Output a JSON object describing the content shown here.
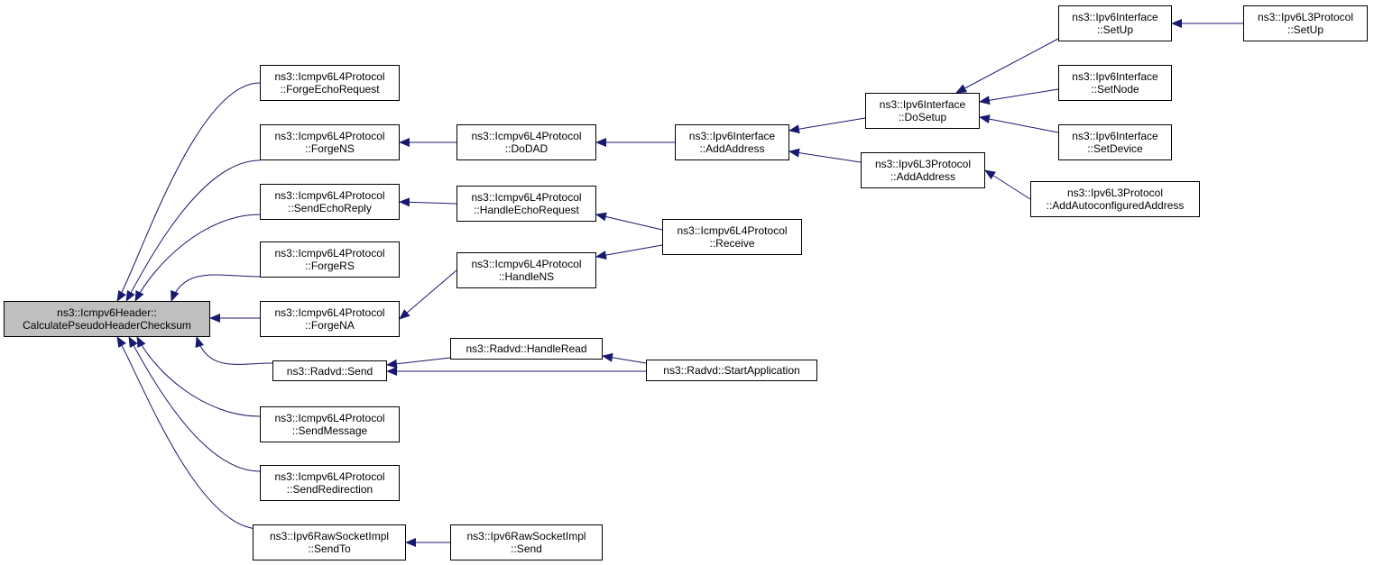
{
  "graph": {
    "title": "",
    "nodes": [
      {
        "id": "root",
        "lines": [
          "ns3::Icmpv6Header::",
          "CalculatePseudoHeaderChecksum"
        ],
        "root": true
      },
      {
        "id": "n1",
        "lines": [
          "ns3::Icmpv6L4Protocol",
          "::ForgeEchoRequest"
        ]
      },
      {
        "id": "n2",
        "lines": [
          "ns3::Icmpv6L4Protocol",
          "::ForgeNS"
        ]
      },
      {
        "id": "n3",
        "lines": [
          "ns3::Icmpv6L4Protocol",
          "::SendEchoReply"
        ]
      },
      {
        "id": "n4",
        "lines": [
          "ns3::Icmpv6L4Protocol",
          "::ForgeRS"
        ]
      },
      {
        "id": "n5",
        "lines": [
          "ns3::Icmpv6L4Protocol",
          "::ForgeNA"
        ]
      },
      {
        "id": "n6",
        "lines": [
          "ns3::Radvd::Send"
        ]
      },
      {
        "id": "n7",
        "lines": [
          "ns3::Icmpv6L4Protocol",
          "::SendMessage"
        ]
      },
      {
        "id": "n8",
        "lines": [
          "ns3::Icmpv6L4Protocol",
          "::SendRedirection"
        ]
      },
      {
        "id": "n9",
        "lines": [
          "ns3::Ipv6RawSocketImpl",
          "::SendTo"
        ]
      },
      {
        "id": "n10",
        "lines": [
          "ns3::Icmpv6L4Protocol",
          "::DoDAD"
        ]
      },
      {
        "id": "n11",
        "lines": [
          "ns3::Icmpv6L4Protocol",
          "::HandleEchoRequest"
        ]
      },
      {
        "id": "n12",
        "lines": [
          "ns3::Icmpv6L4Protocol",
          "::HandleNS"
        ]
      },
      {
        "id": "n13",
        "lines": [
          "ns3::Radvd::HandleRead"
        ]
      },
      {
        "id": "n14",
        "lines": [
          "ns3::Ipv6RawSocketImpl",
          "::Send"
        ]
      },
      {
        "id": "n15",
        "lines": [
          "ns3::Ipv6Interface",
          "::AddAddress"
        ]
      },
      {
        "id": "n16",
        "lines": [
          "ns3::Icmpv6L4Protocol",
          "::Receive"
        ]
      },
      {
        "id": "n17",
        "lines": [
          "ns3::Radvd::StartApplication"
        ]
      },
      {
        "id": "n18",
        "lines": [
          "ns3::Ipv6Interface",
          "::DoSetup"
        ]
      },
      {
        "id": "n19",
        "lines": [
          "ns3::Ipv6L3Protocol",
          "::AddAddress"
        ]
      },
      {
        "id": "n20",
        "lines": [
          "ns3::Ipv6Interface",
          "::SetUp"
        ]
      },
      {
        "id": "n21",
        "lines": [
          "ns3::Ipv6Interface",
          "::SetNode"
        ]
      },
      {
        "id": "n22",
        "lines": [
          "ns3::Ipv6Interface",
          "::SetDevice"
        ]
      },
      {
        "id": "n23",
        "lines": [
          "ns3::Ipv6L3Protocol",
          "::AddAutoconfiguredAddress"
        ]
      },
      {
        "id": "n24",
        "lines": [
          "ns3::Ipv6L3Protocol",
          "::SetUp"
        ]
      }
    ],
    "edges": [
      {
        "from": "n1",
        "to": "root"
      },
      {
        "from": "n2",
        "to": "root"
      },
      {
        "from": "n3",
        "to": "root"
      },
      {
        "from": "n4",
        "to": "root"
      },
      {
        "from": "n5",
        "to": "root"
      },
      {
        "from": "n6",
        "to": "root"
      },
      {
        "from": "n7",
        "to": "root"
      },
      {
        "from": "n8",
        "to": "root"
      },
      {
        "from": "n9",
        "to": "root"
      },
      {
        "from": "n10",
        "to": "n2"
      },
      {
        "from": "n11",
        "to": "n3"
      },
      {
        "from": "n12",
        "to": "n5"
      },
      {
        "from": "n13",
        "to": "n6"
      },
      {
        "from": "n17",
        "to": "n6"
      },
      {
        "from": "n14",
        "to": "n9"
      },
      {
        "from": "n15",
        "to": "n10"
      },
      {
        "from": "n16",
        "to": "n11"
      },
      {
        "from": "n16",
        "to": "n12"
      },
      {
        "from": "n17",
        "to": "n13"
      },
      {
        "from": "n18",
        "to": "n15"
      },
      {
        "from": "n19",
        "to": "n15"
      },
      {
        "from": "n20",
        "to": "n18"
      },
      {
        "from": "n21",
        "to": "n18"
      },
      {
        "from": "n22",
        "to": "n18"
      },
      {
        "from": "n23",
        "to": "n19"
      },
      {
        "from": "n24",
        "to": "n20"
      }
    ]
  },
  "colors": {
    "edge": "#191970",
    "root_fill": "#bfbfbf",
    "node_fill": "#ffffff",
    "border": "#000000"
  }
}
